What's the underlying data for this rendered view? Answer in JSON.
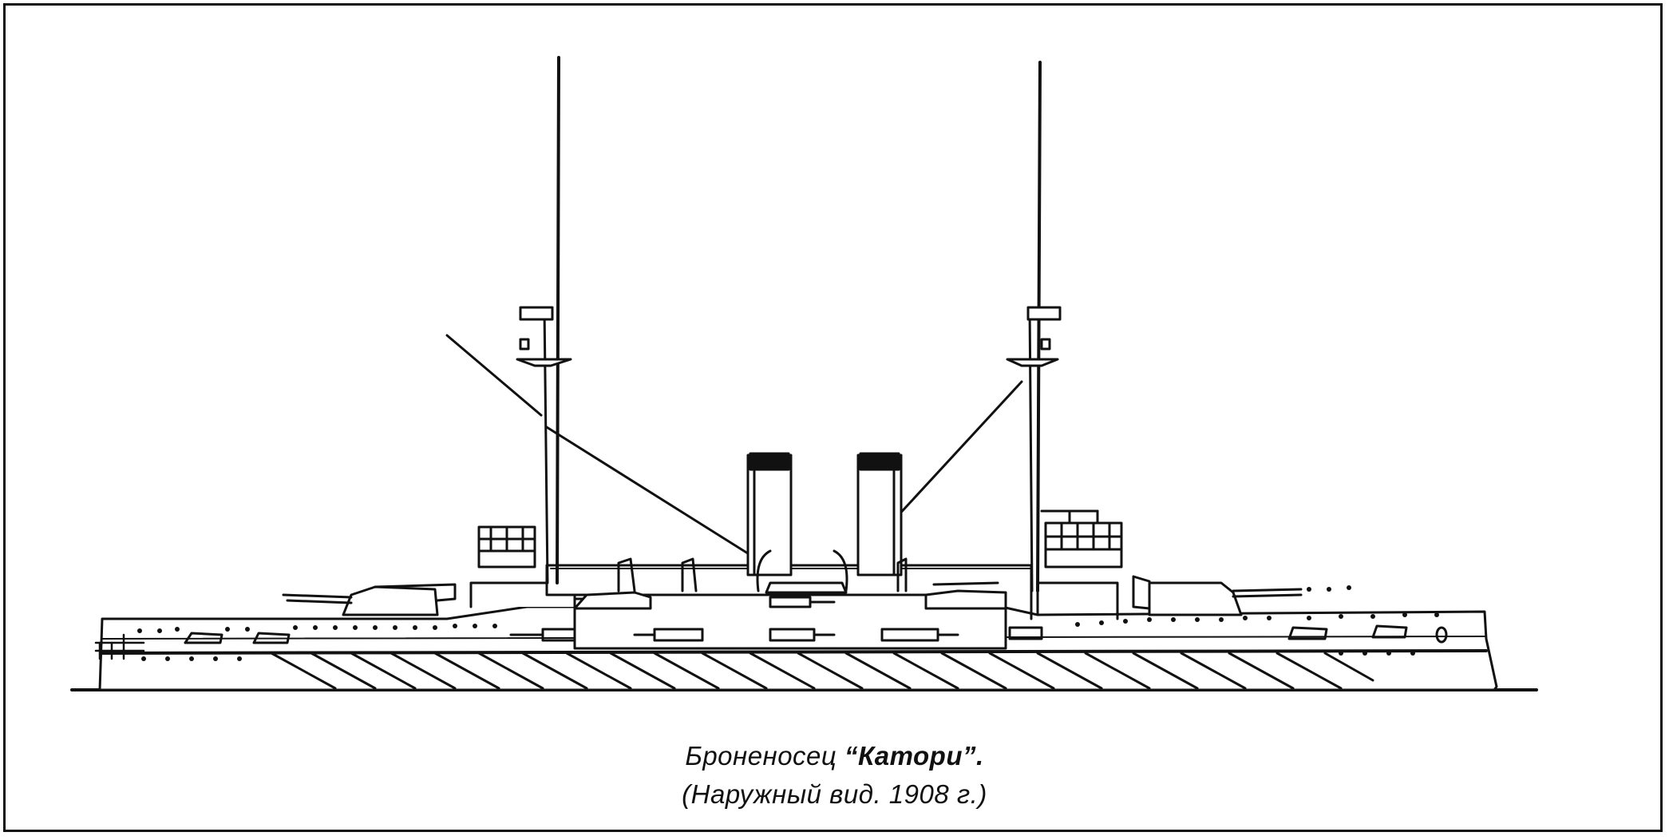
{
  "caption": {
    "line1_prefix": "Броненосец ",
    "ship_name": "“Катори”",
    "line1_suffix": ".",
    "line2": "(Наружный вид. 1908 г.)"
  },
  "colors": {
    "ink": "#111111",
    "paper": "#ffffff"
  },
  "icons": {
    "ship": "battleship-profile-drawing"
  }
}
